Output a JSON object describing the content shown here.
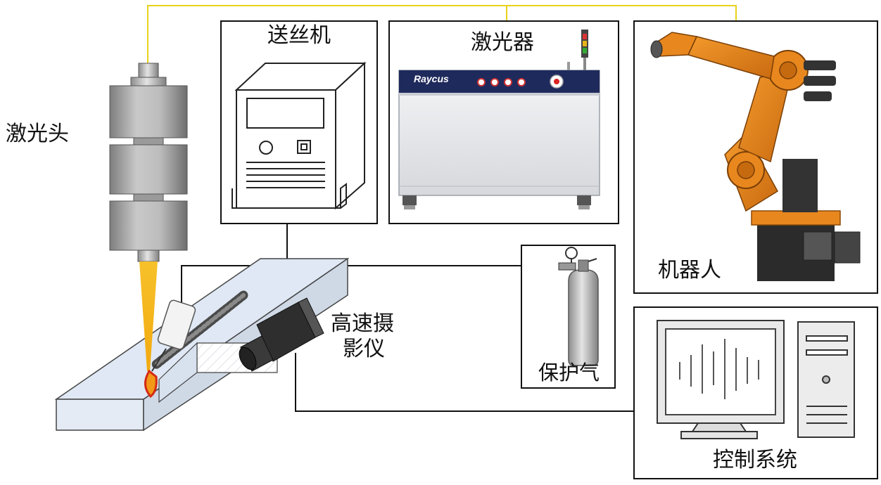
{
  "labels": {
    "wire_feeder": "送丝机",
    "laser": "激光器",
    "laser_head": "激光头",
    "robot": "机器人",
    "camera_line1": "高速摄",
    "camera_line2": "影仪",
    "shield_gas": "保护气",
    "control_system": "控制系统",
    "laser_brand": "Raycus"
  },
  "colors": {
    "signal_line": "#e8d21a",
    "connection_line": "#111111",
    "robot_orange": "#e8871e",
    "laser_beam": "#f2b318",
    "workpiece": "#dfe8f4",
    "box_border": "#111111"
  }
}
